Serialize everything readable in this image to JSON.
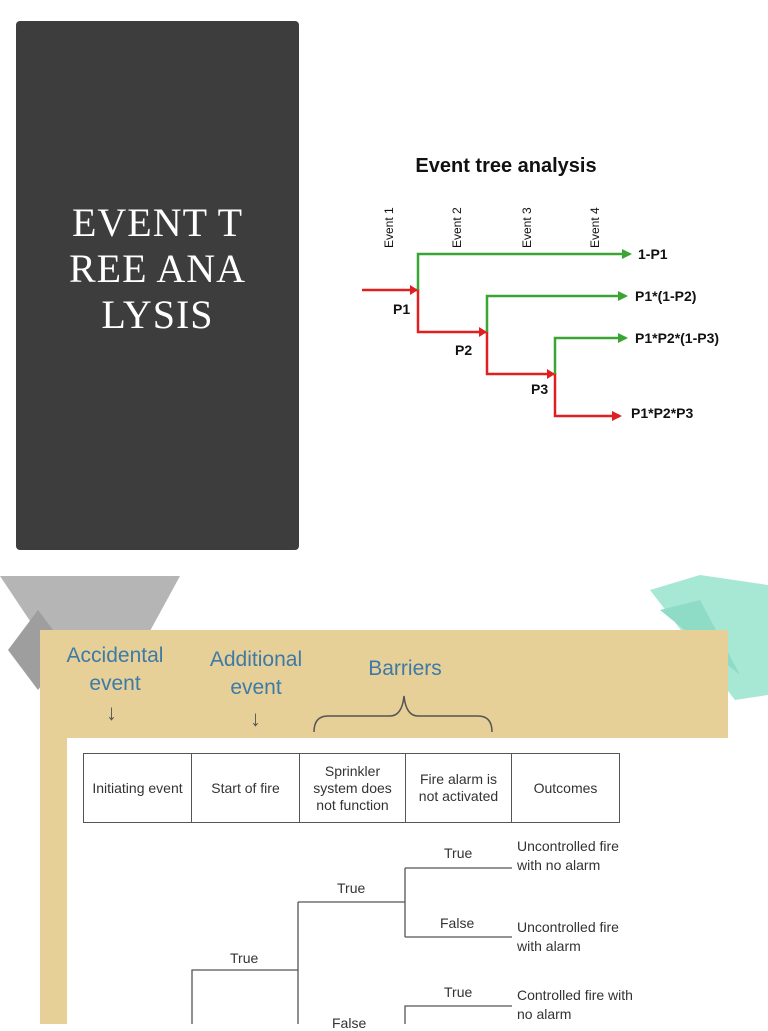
{
  "title_card": {
    "text": "EVENT T\nREE ANA\nLYSIS"
  },
  "top_diagram": {
    "title": "Event tree analysis",
    "events": [
      "Event 1",
      "Event 2",
      "Event 3",
      "Event 4"
    ],
    "branch_probabilities": [
      "P1",
      "P2",
      "P3"
    ],
    "outcomes": [
      "1-P1",
      "P1*(1-P2)",
      "P1*P2*(1-P3)",
      "P1*P2*P3"
    ],
    "colors": {
      "success": "#3aa535",
      "failure": "#e02020"
    }
  },
  "bottom_diagram": {
    "annotations": {
      "accidental": "Accidental\nevent",
      "additional": "Additional\nevent",
      "barriers": "Barriers",
      "arrow": "↓"
    },
    "headers": [
      "Initiating event",
      "Start of fire",
      "Sprinkler system does not function",
      "Fire alarm is not activated",
      "Outcomes"
    ],
    "branch_labels": {
      "true_a": "True",
      "true_b": "True",
      "true_c": "True",
      "false_a": "False",
      "true_d": "True",
      "false_b": "False"
    },
    "outcomes": [
      "Uncontrolled fire with no alarm",
      "Uncontrolled fire with alarm",
      "Controlled fire with no alarm"
    ],
    "colors": {
      "annotation": "#3d7aa6",
      "parchment": "#e7cf98"
    }
  }
}
